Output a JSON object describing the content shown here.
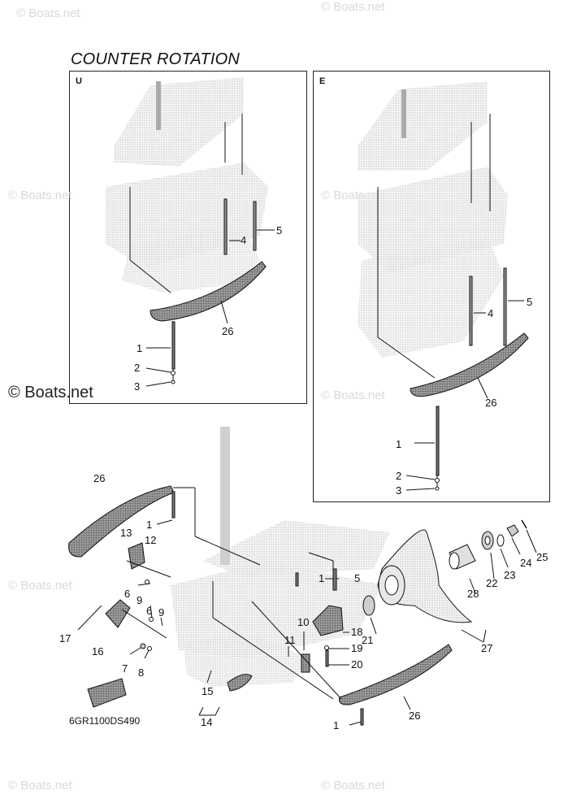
{
  "title": "COUNTER ROTATION",
  "copyright_text": "© Boats.net",
  "watermark_text": "© Boats.net",
  "drawing_code": "6GR1100DS490",
  "panels": [
    {
      "label": "U",
      "callouts": [
        "1",
        "2",
        "3",
        "4",
        "5",
        "26"
      ]
    },
    {
      "label": "E",
      "callouts": [
        "1",
        "2",
        "3",
        "4",
        "5",
        "26"
      ]
    }
  ],
  "main_callouts": [
    "1",
    "1",
    "1",
    "5",
    "6",
    "6",
    "7",
    "8",
    "9",
    "9",
    "10",
    "11",
    "12",
    "13",
    "14",
    "15",
    "16",
    "17",
    "18",
    "19",
    "20",
    "21",
    "22",
    "23",
    "24",
    "25",
    "26",
    "26",
    "27",
    "28"
  ],
  "colors": {
    "line": "#111111",
    "part_fill": "#e6e6e6",
    "trim_fill": "#8c8c8c",
    "watermark": "#d9d9d9"
  }
}
